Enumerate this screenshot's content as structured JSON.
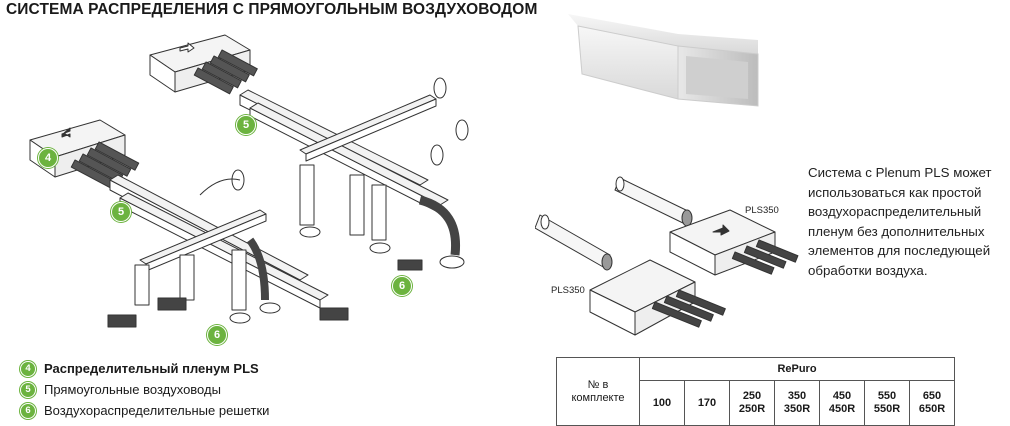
{
  "title": "СИСТЕМА РАСПРЕДЕЛЕНИЯ С ПРЯМОУГОЛЬНЫМ ВОЗДУХОВОДОМ",
  "diagram_badges": [
    {
      "num": "4"
    },
    {
      "num": "5"
    },
    {
      "num": "5"
    },
    {
      "num": "6"
    },
    {
      "num": "6"
    }
  ],
  "callouts": {
    "pls_top": "PLS350",
    "pls_left": "PLS350"
  },
  "description_lines": [
    "Система с Plenum PLS может",
    "использоваться как простой",
    "воздухораспределительный",
    "пленум без дополнительных",
    "элементов для последующей",
    "обработки воздуха."
  ],
  "legend": [
    {
      "num": "4",
      "label": "Распределительный пленум PLS"
    },
    {
      "num": "5",
      "label": "Прямоугольные воздуховоды"
    },
    {
      "num": "6",
      "label": "Воздухораспределительные решетки"
    }
  ],
  "table": {
    "row_header_line1": "№ в",
    "row_header_line2": "комплекте",
    "brand": "RePuro",
    "models": [
      {
        "a": "100",
        "b": ""
      },
      {
        "a": "170",
        "b": ""
      },
      {
        "a": "250",
        "b": "250R"
      },
      {
        "a": "350",
        "b": "350R"
      },
      {
        "a": "450",
        "b": "450R"
      },
      {
        "a": "550",
        "b": "550R"
      },
      {
        "a": "650",
        "b": "650R"
      }
    ]
  },
  "colors": {
    "badge_green": "#6cb33f",
    "line": "#333333",
    "fill": "#ffffff"
  }
}
